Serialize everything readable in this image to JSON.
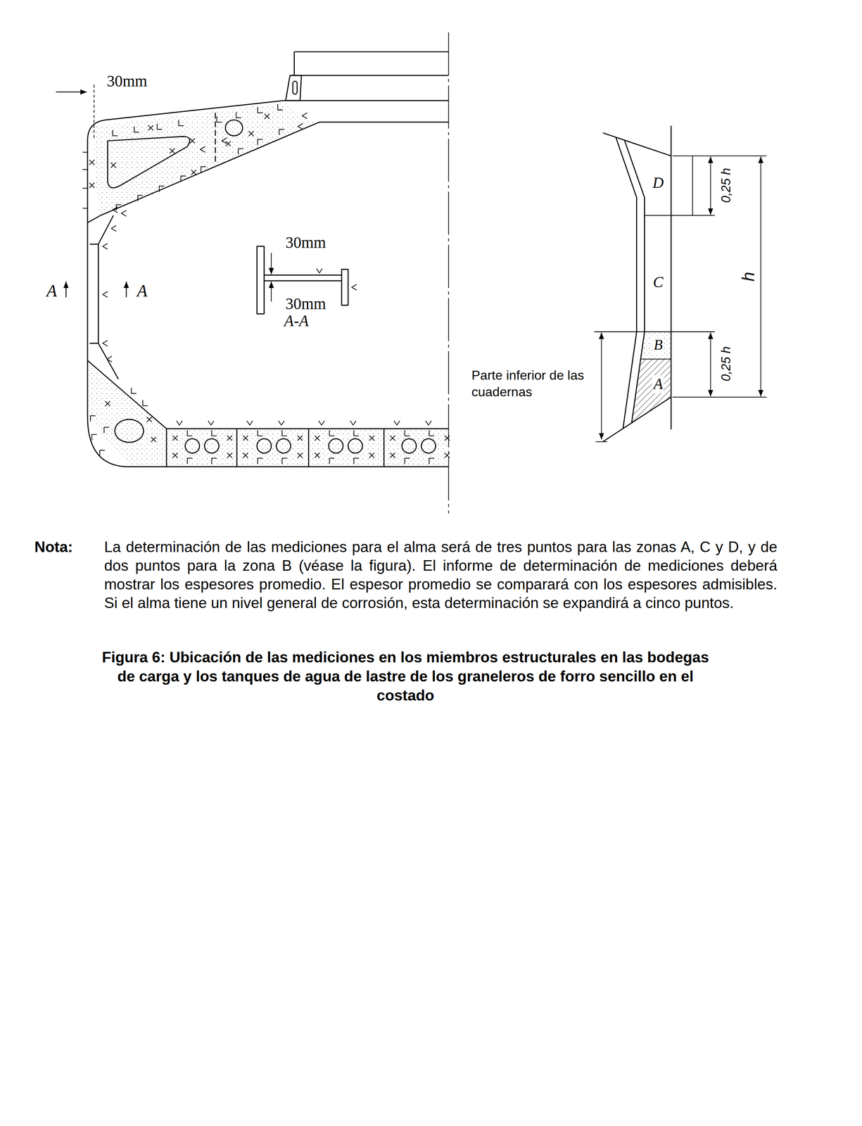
{
  "diagram": {
    "caption": "Figura 6: Ubicación de las mediciones en los miembros estructurales en las bodegas de carga y los tanques de agua de lastre de los graneleros de forro sencillo en el costado",
    "labels": [
      "30mm",
      "30mm",
      "30mm",
      "A-A",
      "A",
      "A",
      "D",
      "C",
      "B",
      "A",
      "0,25 h",
      "h",
      "0,25 h",
      "Parte inferior de las cuadernas",
      "Nota:",
      "La determinación de las mediciones para el alma será de tres puntos para las zonas A, C y D, y de dos puntos para la zona B (véase la figura). El informe de determinación de mediciones deberá mostrar los espesores promedio. El espesor promedio se comparará con los espesores admisibles. Si el alma tiene un nivel general de corrosión, esta determinación se expandirá a cinco puntos."
    ]
  }
}
